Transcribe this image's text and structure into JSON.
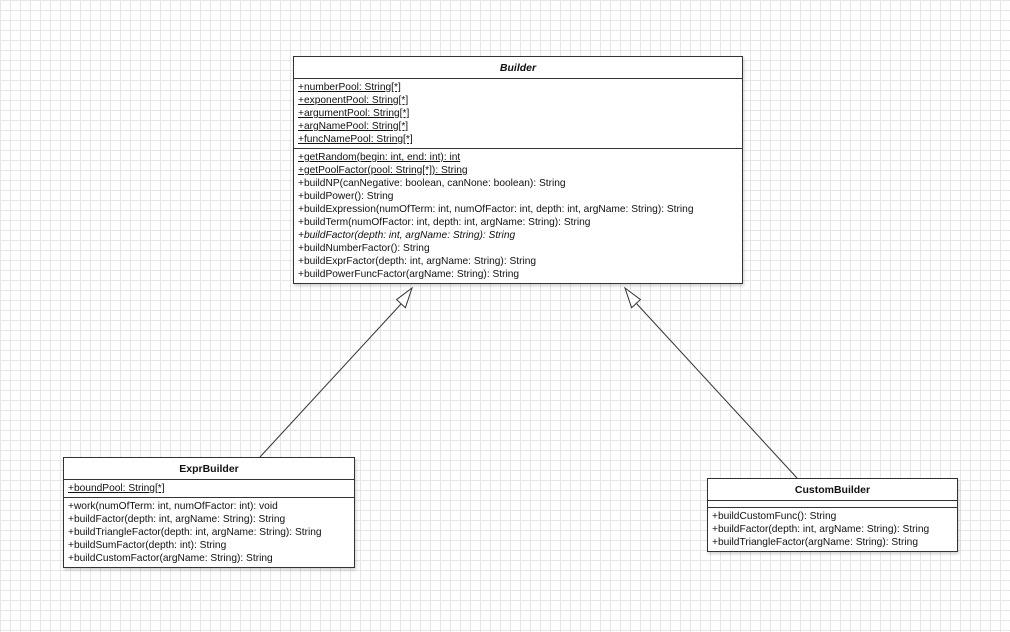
{
  "classes": {
    "builder": {
      "name": "Builder",
      "abstract": true,
      "attributes": [
        {
          "text": "+numberPool: String[*]",
          "static": true
        },
        {
          "text": "+exponentPool: String[*]",
          "static": true
        },
        {
          "text": "+argumentPool: String[*]",
          "static": true
        },
        {
          "text": "+argNamePool: String[*]",
          "static": true
        },
        {
          "text": "+funcNamePool: String[*]",
          "static": true
        }
      ],
      "operations": [
        {
          "text": "+getRandom(begin: int, end: int): int",
          "static": true
        },
        {
          "text": "+getPoolFactor(pool: String[*]): String",
          "static": true
        },
        {
          "text": "+buildNP(canNegative: boolean, canNone: boolean): String"
        },
        {
          "text": "+buildPower(): String"
        },
        {
          "text": "+buildExpression(numOfTerm: int, numOfFactor: int, depth: int, argName: String): String"
        },
        {
          "text": "+buildTerm(numOfFactor: int, depth: int, argName: String): String"
        },
        {
          "text": "+buildFactor(depth: int, argName: String): String",
          "abstract": true
        },
        {
          "text": "+buildNumberFactor(): String"
        },
        {
          "text": "+buildExprFactor(depth: int, argName: String): String"
        },
        {
          "text": "+buildPowerFuncFactor(argName: String): String"
        }
      ]
    },
    "expr_builder": {
      "name": "ExprBuilder",
      "attributes": [
        {
          "text": "+boundPool: String[*]",
          "static": true
        }
      ],
      "operations": [
        {
          "text": "+work(numOfTerm: int, numOfFactor: int): void"
        },
        {
          "text": "+buildFactor(depth: int, argName: String): String"
        },
        {
          "text": "+buildTriangleFactor(depth: int, argName: String): String"
        },
        {
          "text": "+buildSumFactor(depth: int): String"
        },
        {
          "text": "+buildCustomFactor(argName: String): String"
        }
      ]
    },
    "custom_builder": {
      "name": "CustomBuilder",
      "attributes": [],
      "operations": [
        {
          "text": "+buildCustomFunc(): String"
        },
        {
          "text": "+buildFactor(depth: int, argName: String): String"
        },
        {
          "text": "+buildTriangleFactor(argName: String): String"
        }
      ]
    }
  },
  "relations": [
    {
      "type": "generalization",
      "from": "expr_builder",
      "to": "builder"
    },
    {
      "type": "generalization",
      "from": "custom_builder",
      "to": "builder"
    }
  ],
  "colors": {
    "line": "#333333",
    "grid": "#e6e6e6",
    "background": "#ffffff"
  }
}
